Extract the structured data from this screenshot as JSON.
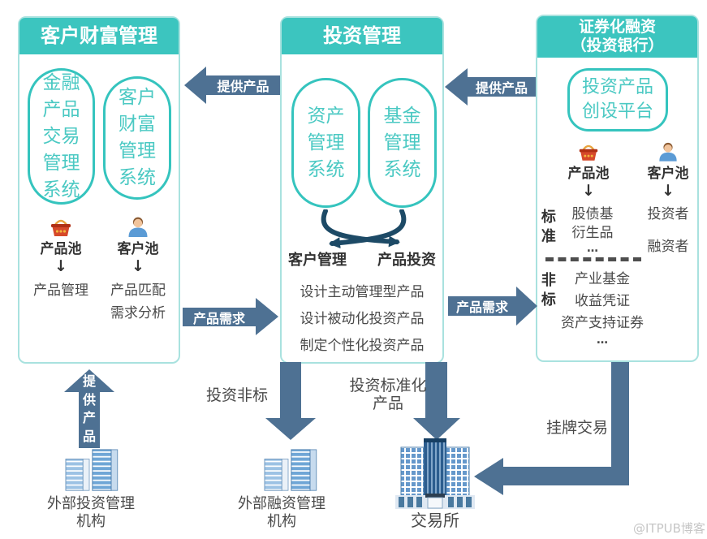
{
  "colors": {
    "teal_header": "#3cc5bf",
    "teal_border": "#35c4be",
    "teal_panel_border": "#a9e2df",
    "arrow_steel_blue": "#4e7193",
    "curve_navy": "#1d4a66",
    "text_dark": "#333333",
    "text_gray": "#4a4a4a",
    "watermark_gray": "#c6c6c6",
    "basket_red": "#d6492a",
    "person_blue": "#5b9bd5",
    "building_blue": "#6fa6d6"
  },
  "glyphs": {
    "down": "↓"
  },
  "panels": {
    "wealth": {
      "title": "客户财富管理",
      "systems": [
        {
          "text": "金融产品交易管理系统"
        },
        {
          "text": "客户财富管理系统"
        }
      ],
      "pools": [
        {
          "icon": "basket",
          "label": "产品池",
          "desc": [
            "产品管理"
          ]
        },
        {
          "icon": "person",
          "label": "客户池",
          "desc": [
            "产品匹配",
            "需求分析"
          ]
        }
      ]
    },
    "investment": {
      "title": "投资管理",
      "systems": [
        {
          "text": "资产管理系统"
        },
        {
          "text": "基金管理系统"
        }
      ],
      "functions": [
        "客户管理",
        "产品投资"
      ],
      "tasks": [
        "设计主动管理型产品",
        "设计被动化投资产品",
        "制定个性化投资产品"
      ]
    },
    "securitization": {
      "title_lines": [
        "证券化融资",
        "（投资银行）"
      ],
      "platform_lines": [
        "投资产品",
        "创设平台"
      ],
      "pools": [
        {
          "icon": "basket",
          "label": "产品池"
        },
        {
          "icon": "person",
          "label": "客户池"
        }
      ],
      "standard": {
        "side_label": "标准",
        "items": [
          "股债基",
          "衍生品",
          "…"
        ]
      },
      "nonstandard": {
        "side_label": "非标",
        "items": [
          "产业基金",
          "收益凭证",
          "资产支持证券",
          "…"
        ]
      },
      "clients": [
        "投资者",
        "融资者"
      ]
    }
  },
  "flows": {
    "provide_left": "提供产品",
    "provide_mid": "提供产品",
    "demand_left": "产品需求",
    "demand_right": "产品需求",
    "provide_up": "提供产品",
    "invest_nonstandard": "投资非标",
    "invest_standard_lines": [
      "投资标准化",
      "产品"
    ],
    "listing_trade": "挂牌交易"
  },
  "externals": [
    {
      "lines": [
        "外部投资管理",
        "机构"
      ]
    },
    {
      "lines": [
        "外部融资管理",
        "机构"
      ]
    },
    {
      "lines": [
        "交易所"
      ]
    }
  ],
  "watermark": "@ITPUB博客"
}
